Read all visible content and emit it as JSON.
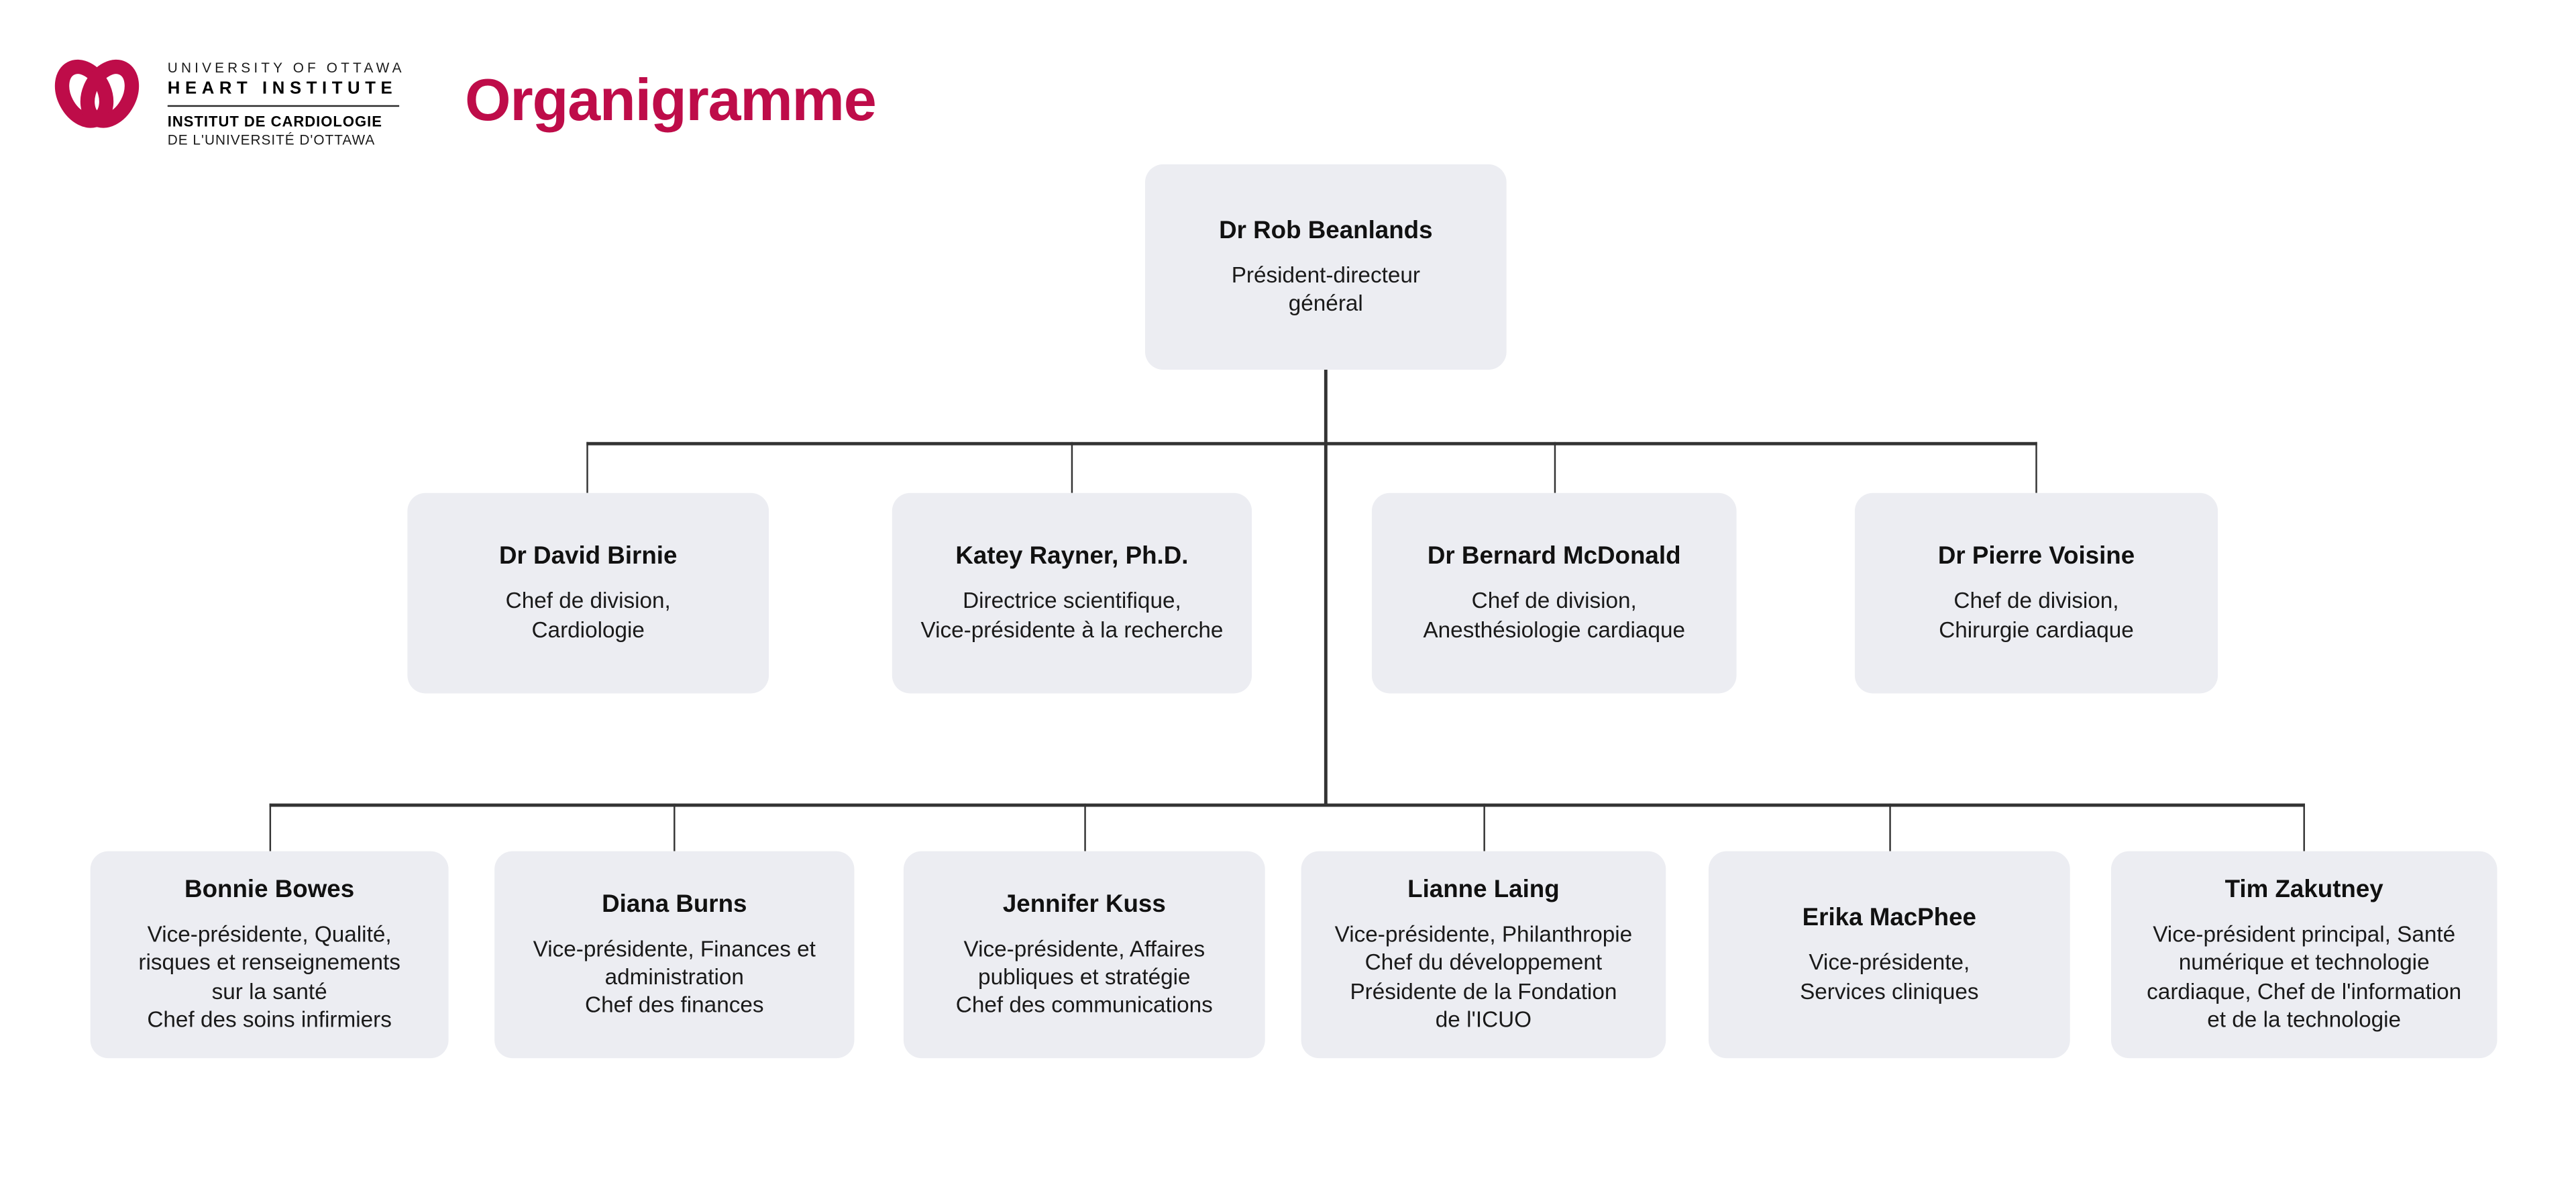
{
  "brand": {
    "color": "#be0c49",
    "logo": {
      "line1": "UNIVERSITY OF OTTAWA",
      "line2": "HEART INSTITUTE",
      "line3": "INSTITUT DE CARDIOLOGIE",
      "line4": "DE L'UNIVERSITÉ D'OTTAWA"
    }
  },
  "header": {
    "title": "Organigramme"
  },
  "chart": {
    "type": "org-chart",
    "root": {
      "name": "Dr Rob Beanlands",
      "role": "Président-directeur\ngénéral"
    },
    "level2": [
      {
        "name": "Dr David Birnie",
        "role": "Chef de division,\nCardiologie"
      },
      {
        "name": "Katey Rayner, Ph.D.",
        "role": "Directrice scientifique,\nVice-présidente à la recherche"
      },
      {
        "name": "Dr Bernard McDonald",
        "role": "Chef de division,\nAnesthésiologie cardiaque"
      },
      {
        "name": "Dr Pierre Voisine",
        "role": "Chef de division,\nChirurgie cardiaque"
      }
    ],
    "level3": [
      {
        "name": "Bonnie Bowes",
        "role": "Vice-présidente, Qualité,\nrisques et renseignements\nsur la santé\nChef des soins infirmiers"
      },
      {
        "name": "Diana Burns",
        "role": "Vice-présidente, Finances et\nadministration\nChef des finances"
      },
      {
        "name": "Jennifer Kuss",
        "role": "Vice-présidente, Affaires\npubliques et stratégie\nChef des communications"
      },
      {
        "name": "Lianne Laing",
        "role": "Vice-présidente, Philanthropie\nChef du développement\nPrésidente de la Fondation\nde l'ICUO"
      },
      {
        "name": "Erika MacPhee",
        "role": "Vice-présidente,\nServices cliniques"
      },
      {
        "name": "Tim Zakutney",
        "role": "Vice-président principal, Santé\nnumérique et technologie\ncardiaque, Chef de l'information\net de la technologie"
      }
    ]
  }
}
